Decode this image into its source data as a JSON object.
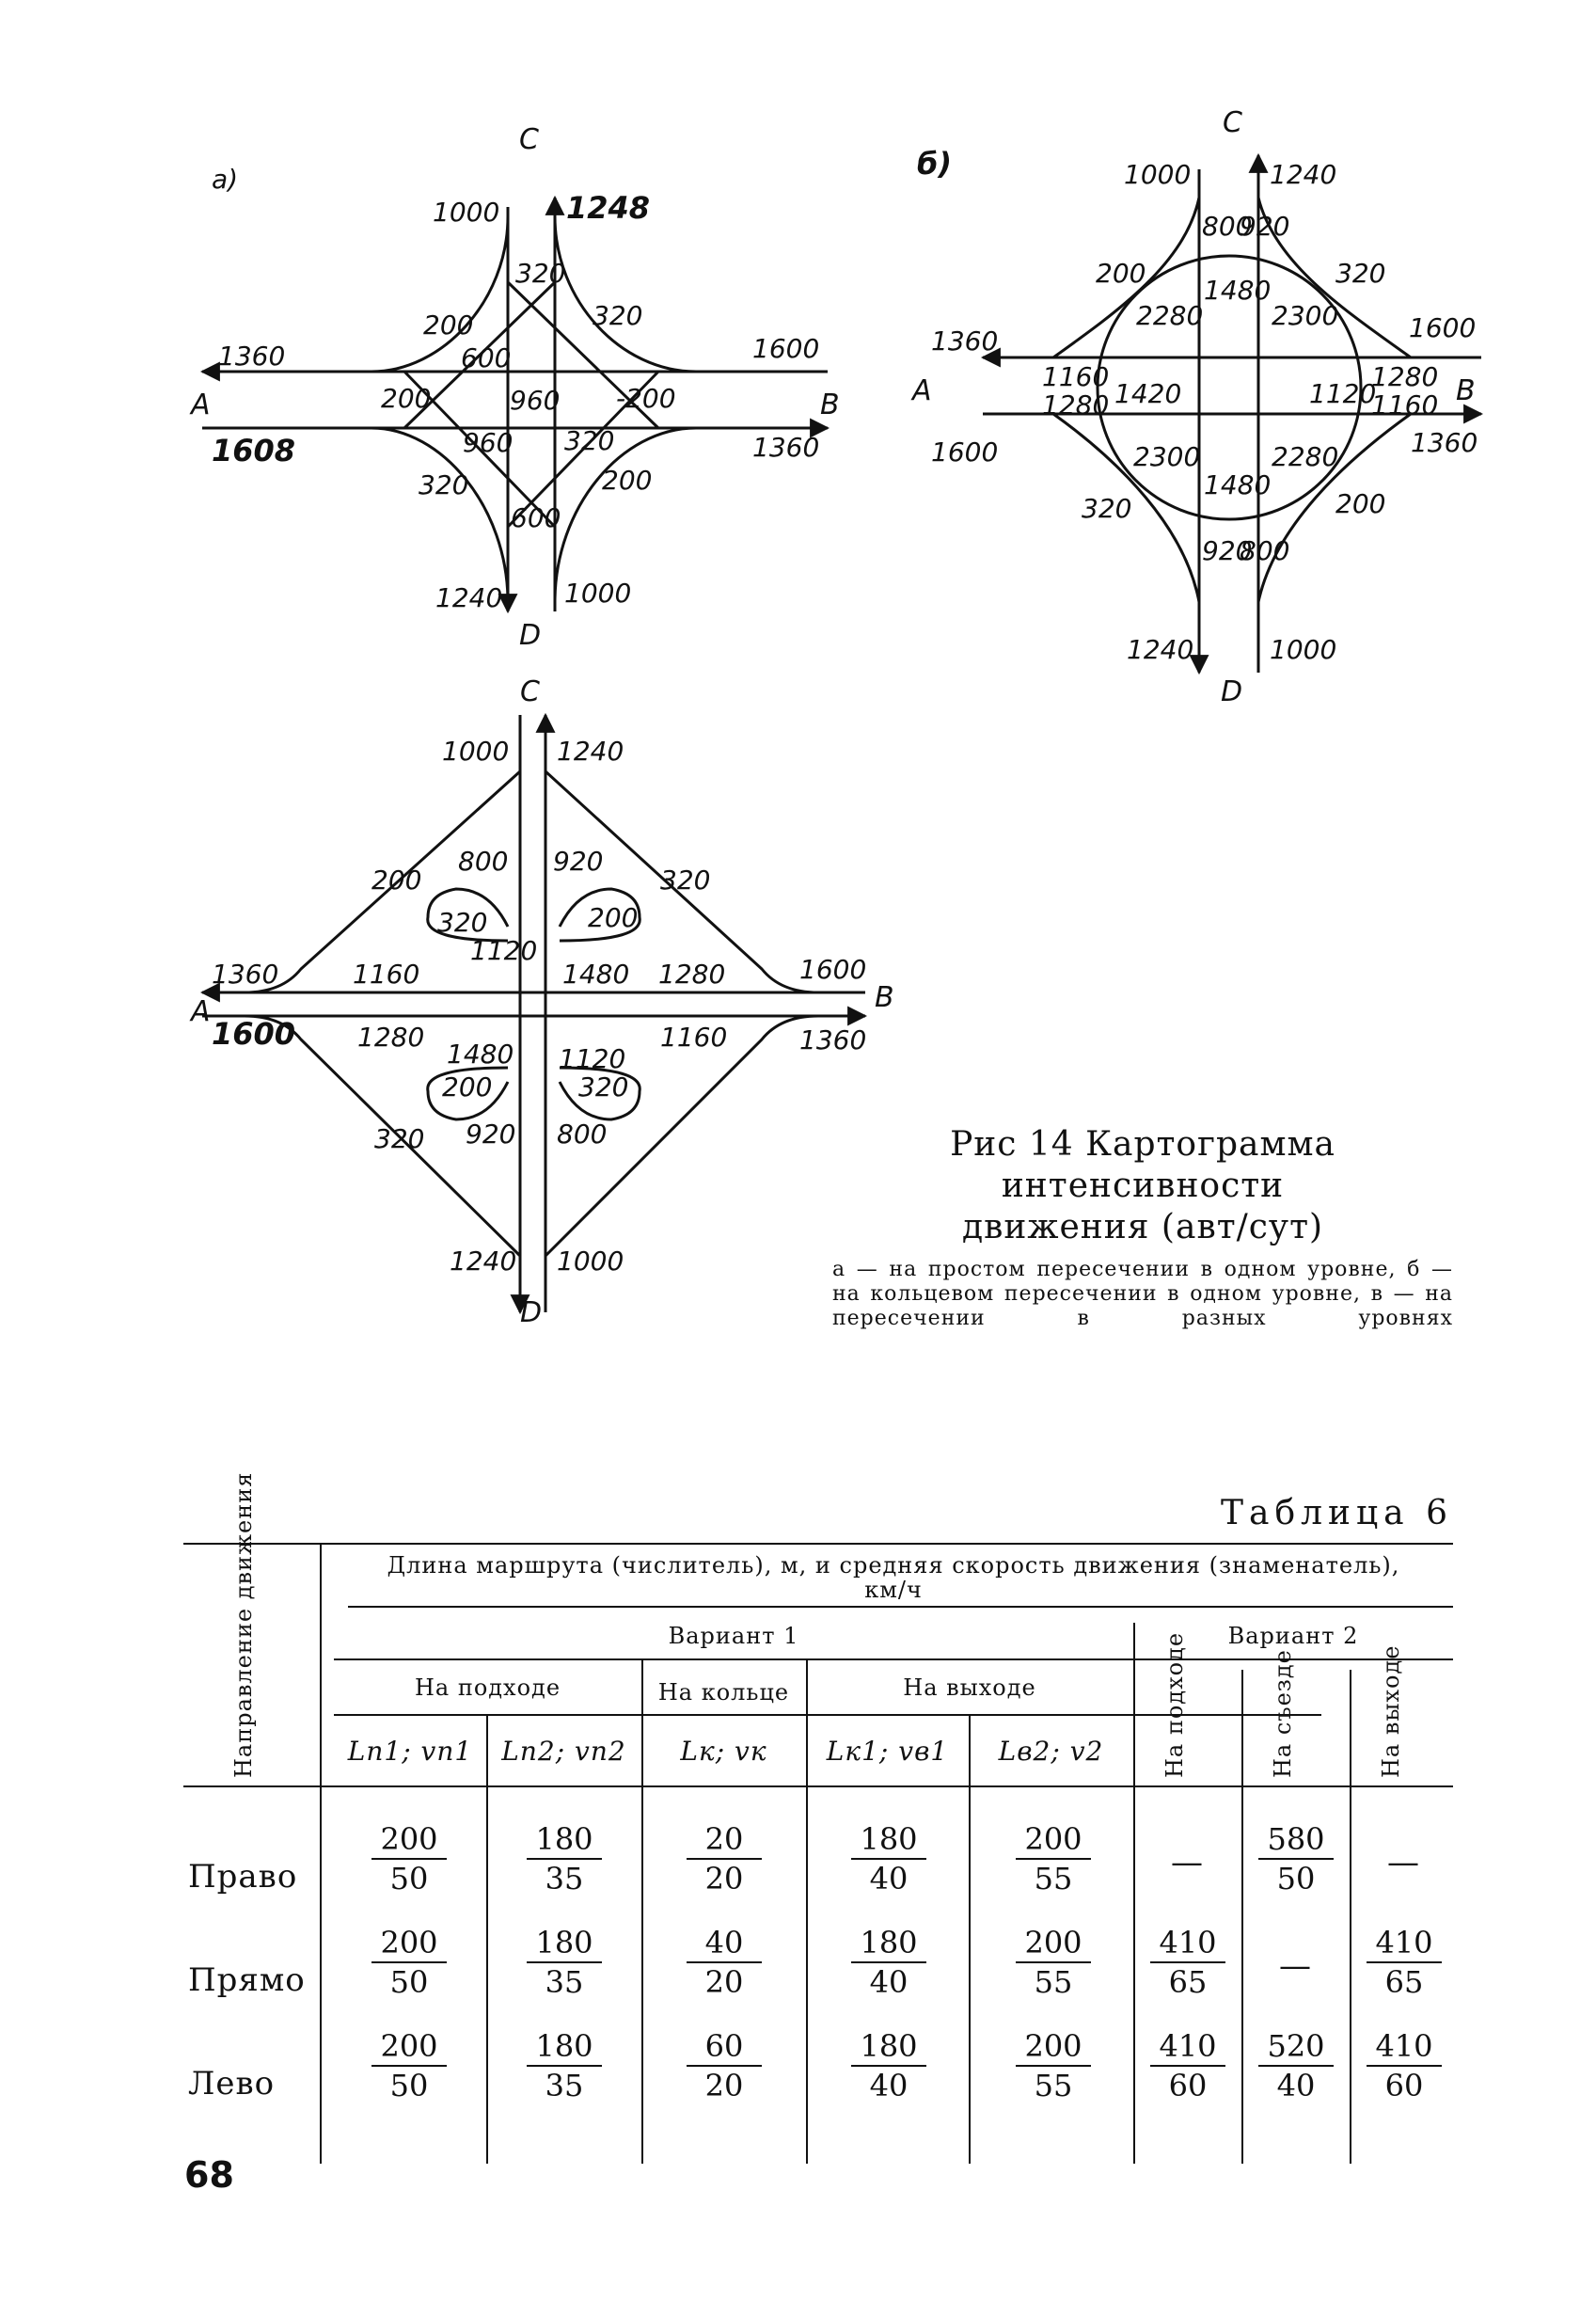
{
  "fig_a": {
    "letter": "a)",
    "nodes": {
      "north": "C",
      "west": "A",
      "east": "B",
      "south": "D"
    },
    "flows": {
      "n_in": "1000",
      "n_out": "1248",
      "w_out": "1360",
      "w_in": "1608",
      "e_in": "1600",
      "e_out": "1360",
      "s_out": "1240",
      "s_in": "1000",
      "l320a": "320",
      "l200a": "200",
      "l320b": "320",
      "l600a": "600",
      "l200b": "200",
      "l960a": "960",
      "l200c": "-200",
      "l960b": "960",
      "l320c": "320",
      "l320d": "320",
      "l200d": "200",
      "l600b": "600"
    }
  },
  "fig_b": {
    "letter": "б)",
    "nodes": {
      "north": "C",
      "west": "A",
      "east": "B",
      "south": "D"
    },
    "flows": {
      "n_in": "1000",
      "n_out": "1240",
      "w_out": "1360",
      "w_in": "1600",
      "e_in": "1600",
      "e_out": "1360",
      "s_out": "1240",
      "s_in": "1000",
      "r200": "200",
      "r320": "320",
      "r800": "800",
      "r920": "920",
      "r2280": "2280",
      "r1480": "1480",
      "r2300": "2300",
      "r1160": "1160",
      "r1280": "1280",
      "r1120": "1120",
      "r1420": "1420",
      "r1280e": "1280",
      "r1160e": "1160",
      "r2300b": "2300",
      "r1480b": "1480",
      "r2280b": "2280",
      "r320s": "320",
      "r920s": "920",
      "r800s": "800",
      "r200s": "200"
    }
  },
  "fig_c": {
    "nodes": {
      "north": "C",
      "west": "A",
      "east": "B",
      "south": "D"
    },
    "flows": {
      "n_in": "1000",
      "n_out": "1240",
      "w_out": "1360",
      "w_in": "1600",
      "e_in": "1600",
      "e_out": "1360",
      "s_out": "1240",
      "s_in": "1000",
      "c200": "200",
      "c800": "800",
      "c920": "920",
      "c320": "320",
      "c320l": "320",
      "c1120": "1120",
      "c200r": "200",
      "c1160": "1160",
      "c1480": "1480",
      "c1280": "1280",
      "c1280l": "1280",
      "c1480l": "1480",
      "c1120r": "1120",
      "c1160r": "1160",
      "c200l": "200",
      "c320r": "320",
      "c320s": "320",
      "c920s": "920",
      "c800s": "800"
    }
  },
  "caption": {
    "title_1": "Рис 14 Картограмма интенсивности",
    "title_2": "движения (авт/сут)",
    "note": "а — на простом пересечении в одном уровне, б — на кольцевом пересечении в одном уровне, в — на пересечении в разных уровнях"
  },
  "table": {
    "title": "Таблица 6",
    "row_header": "Направление движения",
    "main_header_1": "Длина маршрута (числитель), м, и средняя скорость движения (знаменатель),",
    "main_header_2": "км/ч",
    "variant1": "Вариант 1",
    "variant2": "Вариант 2",
    "approach": "На подходе",
    "ring": "На кольце",
    "exit": "На выходе",
    "col_lp1": "Lп1; vп1",
    "col_lp2": "Lп2; vп2",
    "col_lk": "Lк; vк",
    "col_lk1": "Lк1; vв1",
    "col_lv2": "Lв2; v2",
    "v2_approach": "На подходе",
    "v2_exit_ramp": "На съезде",
    "v2_exit": "На выходе",
    "rows": [
      {
        "label": "Право",
        "cells": [
          [
            "200",
            "50"
          ],
          [
            "180",
            "35"
          ],
          [
            "20",
            "20"
          ],
          [
            "180",
            "40"
          ],
          [
            "200",
            "55"
          ]
        ],
        "v2": [
          "—",
          [
            "580",
            "50"
          ],
          "—"
        ]
      },
      {
        "label": "Прямо",
        "cells": [
          [
            "200",
            "50"
          ],
          [
            "180",
            "35"
          ],
          [
            "40",
            "20"
          ],
          [
            "180",
            "40"
          ],
          [
            "200",
            "55"
          ]
        ],
        "v2": [
          [
            "410",
            "65"
          ],
          "—",
          [
            "410",
            "65"
          ]
        ]
      },
      {
        "label": "Лево",
        "cells": [
          [
            "200",
            "50"
          ],
          [
            "180",
            "35"
          ],
          [
            "60",
            "20"
          ],
          [
            "180",
            "40"
          ],
          [
            "200",
            "55"
          ]
        ],
        "v2": [
          [
            "410",
            "60"
          ],
          [
            "520",
            "40"
          ],
          [
            "410",
            "60"
          ]
        ]
      }
    ]
  },
  "page_number": "68"
}
